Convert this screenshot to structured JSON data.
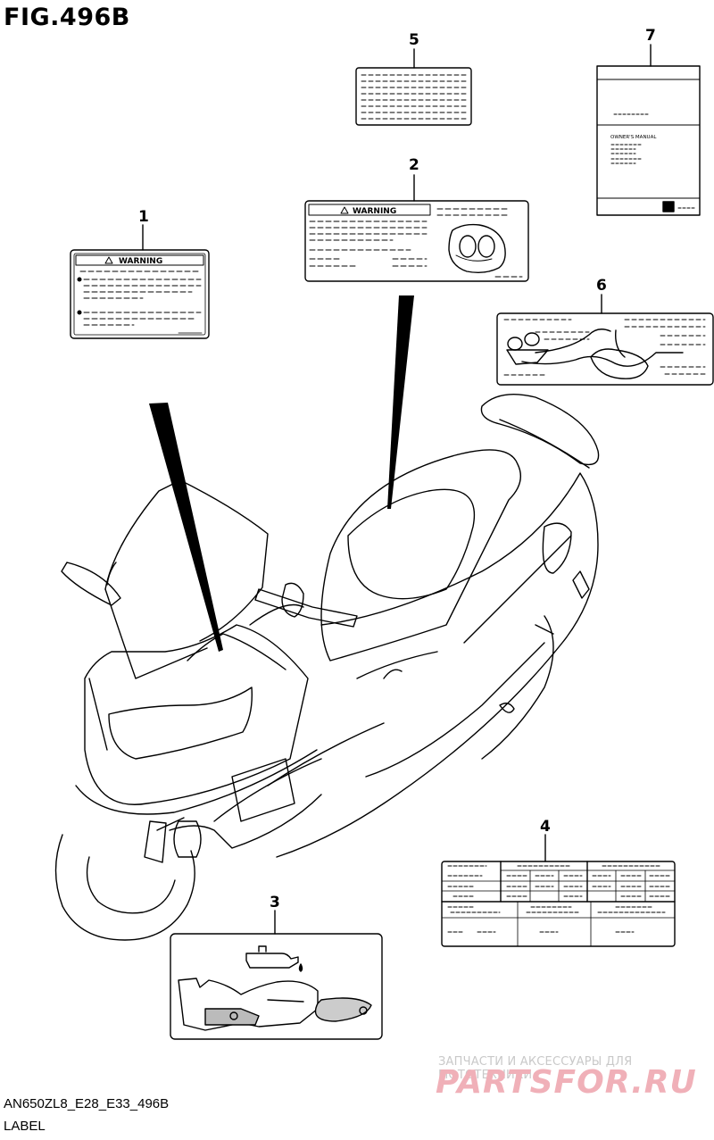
{
  "figure": {
    "title": "FIG.496B"
  },
  "callouts": [
    {
      "number": "1"
    },
    {
      "number": "2"
    },
    {
      "number": "3"
    },
    {
      "number": "4"
    },
    {
      "number": "5"
    },
    {
      "number": "6"
    },
    {
      "number": "7"
    }
  ],
  "labels": {
    "label1_heading": "WARNING",
    "label2_heading": "WARNING",
    "label7_manual": "OWNER'S MANUAL"
  },
  "footer": {
    "code": "AN650ZL8_E28_E33_496B",
    "caption": "LABEL"
  },
  "watermark": {
    "tagline": "ЗАПЧАСТИ И АКСЕССУАРЫ ДЛЯ МОТОТЕХНИКИ",
    "logo": "PARTSFOR.RU"
  }
}
